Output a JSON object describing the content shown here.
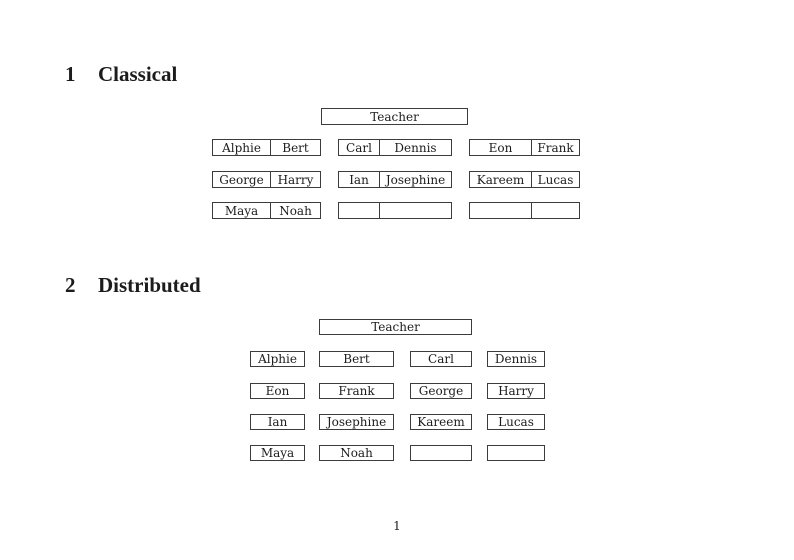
{
  "page_number": "1",
  "colors": {
    "border": "#3c3c3c",
    "text": "#1c1c1c",
    "background": "#ffffff"
  },
  "sections": [
    {
      "number": "1",
      "title": "Classical",
      "teacher_label": "Teacher",
      "desks": [
        {
          "left": "Alphie",
          "right": "Bert"
        },
        {
          "left": "Carl",
          "right": "Dennis"
        },
        {
          "left": "Eon",
          "right": "Frank"
        },
        {
          "left": "George",
          "right": "Harry"
        },
        {
          "left": "Ian",
          "right": "Josephine"
        },
        {
          "left": "Kareem",
          "right": "Lucas"
        },
        {
          "left": "Maya",
          "right": "Noah"
        },
        {
          "left": "",
          "right": ""
        },
        {
          "left": "",
          "right": ""
        }
      ]
    },
    {
      "number": "2",
      "title": "Distributed",
      "teacher_label": "Teacher",
      "seats": [
        "Alphie",
        "Bert",
        "Carl",
        "Dennis",
        "Eon",
        "Frank",
        "George",
        "Harry",
        "Ian",
        "Josephine",
        "Kareem",
        "Lucas",
        "Maya",
        "Noah",
        "",
        ""
      ]
    }
  ]
}
